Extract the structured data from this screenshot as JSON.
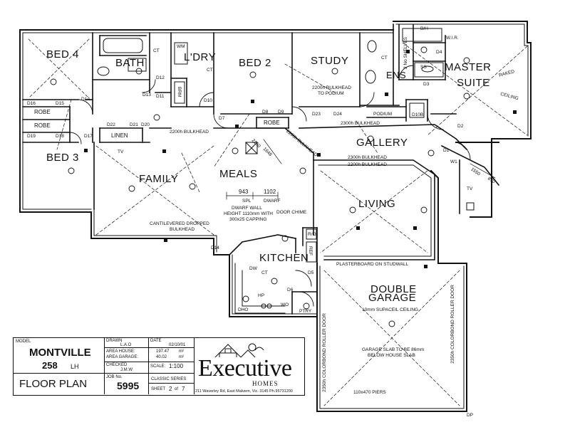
{
  "rooms": {
    "bed4": "BED 4",
    "bath": "BATH",
    "ldry": "L'DRY",
    "bed2": "BED 2",
    "study": "STUDY",
    "ens": "ENS",
    "master": "MASTER",
    "suite": "SUITE",
    "bed3": "BED 3",
    "family": "FAMILY",
    "meals": "MEALS",
    "gallery": "GALLERY",
    "living": "LIVING",
    "kitchen": "KITCHEN",
    "double": "DOUBLE",
    "garage": "GARAGE",
    "robe1": "ROBE",
    "robe2": "ROBE",
    "robe3": "ROBE",
    "linen": "LINEN",
    "wir": "W.I.R."
  },
  "notes": {
    "bulkhead_2200": "2200h BULKHEAD",
    "bulkhead_study": "2200h BULKHEAD",
    "podium_study": "TO PODIUM",
    "bulkhead_2300_top": "2300h BULKHEAD",
    "bulkhead_2300_mid": "2300h BULKHEAD",
    "bulkhead_2200_bottom": "2200h BULKHEAD",
    "bulkhead_diag": "2200h BULKHEAD",
    "podium": "PODIUM",
    "dwarf_wall": "DWARF WALL",
    "dwarf_height": "HEIGHT 1110mm WITH",
    "dwarf_capping": "300x25 CAPPING",
    "dwarf": "DWARF",
    "spl": "SPL",
    "dim_943": "943",
    "dim_1102": "1102",
    "dim_1648": "1648",
    "dim_1550": "1550",
    "dim_870": "870",
    "dim_2150": "2150",
    "door_chime": "DOOR CHIME",
    "cantilevered": "CANTILEVERED DROPPED",
    "bulkhead_word": "BULKHEAD",
    "plasterboard": "PLASTERBOARD ON STUDWALL",
    "supaceil": "10mm SUPACEIL CEILING",
    "garage_slab": "GARAGE SLAB TO BE 86mm",
    "below_slab": "BELOW HOUSE SLAB",
    "piers": "110x470 PIERS",
    "roller_left": "2350h COLORBOND ROLLER DOOR",
    "roller_right": "2350h COLORBOND ROLLER DOOR",
    "shelves": "2 No SHELVES",
    "bh": "B/H",
    "ss": "SS",
    "raked": "RAKED",
    "ceiling": "CEILING",
    "dp": "DP",
    "ptry": "PTRY",
    "wm": "WM",
    "brm": "BRM",
    "dw": "DW",
    "hp": "HP",
    "ro": "R/O",
    "ref": "REF",
    "dho": "DHO",
    "wo": "WO",
    "ct": "CT",
    "tv": "TV"
  },
  "doors": [
    "D1A",
    "D2",
    "D3",
    "D4",
    "D5",
    "D6",
    "D7",
    "D8",
    "D9",
    "D10",
    "D11",
    "D12",
    "D13",
    "D14",
    "D15",
    "D16",
    "D17",
    "D18",
    "D19",
    "D20",
    "D21",
    "D22",
    "D23",
    "D24",
    "D1",
    "W1",
    "D10B"
  ],
  "title_block": {
    "model_label": "MODEL",
    "model_name": "MONTVILLE",
    "model_number": "258",
    "hand": "LH",
    "plan_type": "FLOOR PLAN",
    "drawn_label": "DRAWN",
    "drawn_by": "L.A.O",
    "date_label": "DATE",
    "date": "02/10/01",
    "area_house_label": "AREA HOUSE:",
    "area_house": "197.47",
    "area_garage_label": "AREA GARAGE:",
    "area_garage": "40.02",
    "unit": "m²",
    "checked_label": "CHECKED",
    "checked_by": "J.M.W",
    "scale_label": "SCALE:",
    "scale": "1:100",
    "job_label": "JOB No.",
    "job_no": "5995",
    "series": "CLASSIC SERIES",
    "sheet": "SHEET",
    "sheet_no": "2",
    "of": "of",
    "sheet_total": "7"
  },
  "brand": {
    "name": "Executive",
    "sub": "HOMES",
    "address": "211 Waverley Rd, East Malvern, Vic. 3145   Ph.95731200"
  }
}
